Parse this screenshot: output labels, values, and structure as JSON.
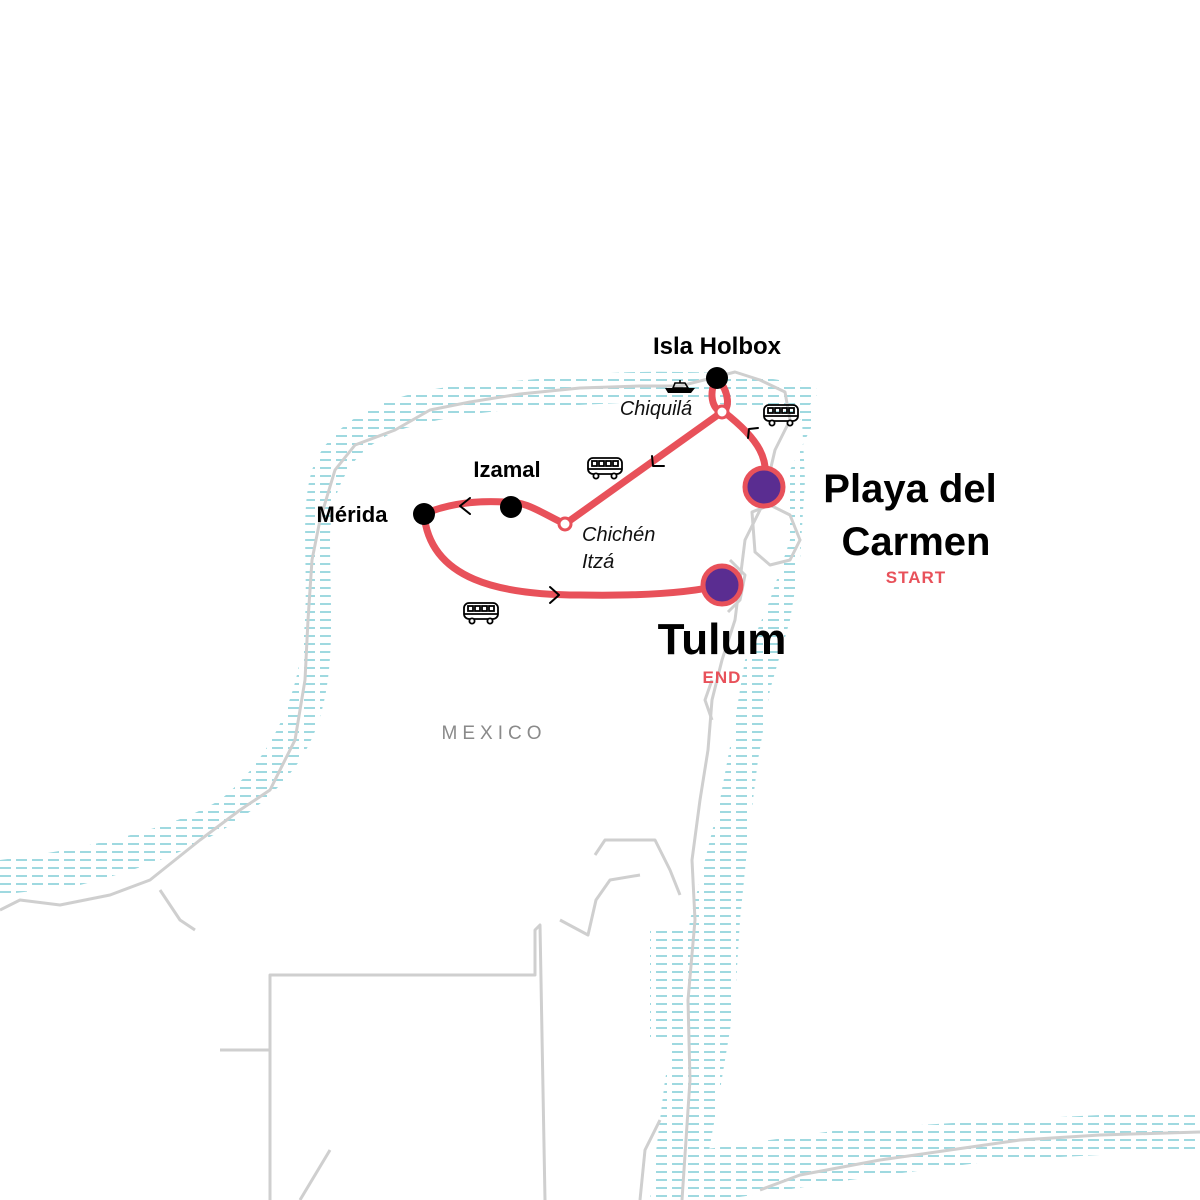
{
  "map": {
    "country_label": "MEXICO",
    "colors": {
      "route": "#e8515a",
      "endpoint_fill": "#5a2d91",
      "stop_fill": "#000000",
      "land_outline": "#cfcfcf",
      "water_hatch": "#9fd9e0",
      "tag_text": "#e8515a"
    },
    "stops": [
      {
        "id": "isla-holbox",
        "name": "Isla Holbox",
        "style": "major-stop"
      },
      {
        "id": "chiquila",
        "name": "Chiquilá",
        "style": "waypoint"
      },
      {
        "id": "izamal",
        "name": "Izamal",
        "style": "major-stop"
      },
      {
        "id": "merida",
        "name": "Mérida",
        "style": "major-stop"
      },
      {
        "id": "chichen-itza",
        "name_line1": "Chichén",
        "name_line2": "Itzá",
        "style": "waypoint"
      },
      {
        "id": "playa-del-carmen",
        "name_line1": "Playa del",
        "name_line2": "Carmen",
        "tag": "START",
        "style": "endpoint"
      },
      {
        "id": "tulum",
        "name": "Tulum",
        "tag": "END",
        "style": "endpoint"
      }
    ],
    "transport_icons": [
      "boat-icon",
      "bus-icon",
      "bus-icon",
      "bus-icon"
    ]
  }
}
